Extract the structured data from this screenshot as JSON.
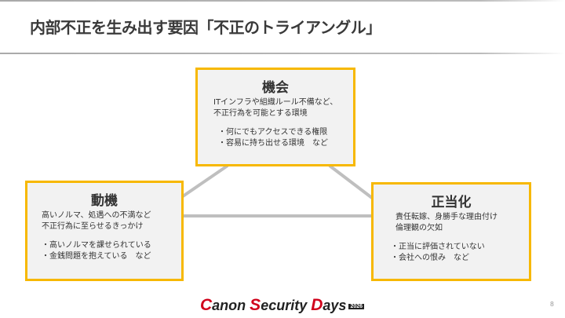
{
  "title": "内部不正を生み出す要因「不正のトライアングル」",
  "boxes": {
    "opportunity": {
      "heading": "機会",
      "desc": "ITインフラや組織ルール不備など、\n不正行為を可能とする環境",
      "items": "・何にでもアクセスできる権限\n・容易に持ち出せる環境　など"
    },
    "motive": {
      "heading": "動機",
      "desc": "高いノルマ、処遇への不満など\n不正行為に至らせるきっかけ",
      "items": "・高いノルマを課せられている\n・金銭問題を抱えている　など"
    },
    "rationalization": {
      "heading": "正当化",
      "desc": "責任転嫁、身勝手な理由付け\n倫理観の欠如",
      "items": "・正当に評価されていない\n・会社への恨み　など"
    }
  },
  "footer": {
    "c": "C",
    "anon": "anon ",
    "s": "S",
    "ecurity": "ecurity ",
    "d": "D",
    "ays": "ays",
    "year": "2026"
  },
  "page_number": "8",
  "colors": {
    "border": "#f7b800",
    "box_bg": "#f2f2f2",
    "line": "#bfbfbf",
    "logo_red": "#d0021b"
  }
}
